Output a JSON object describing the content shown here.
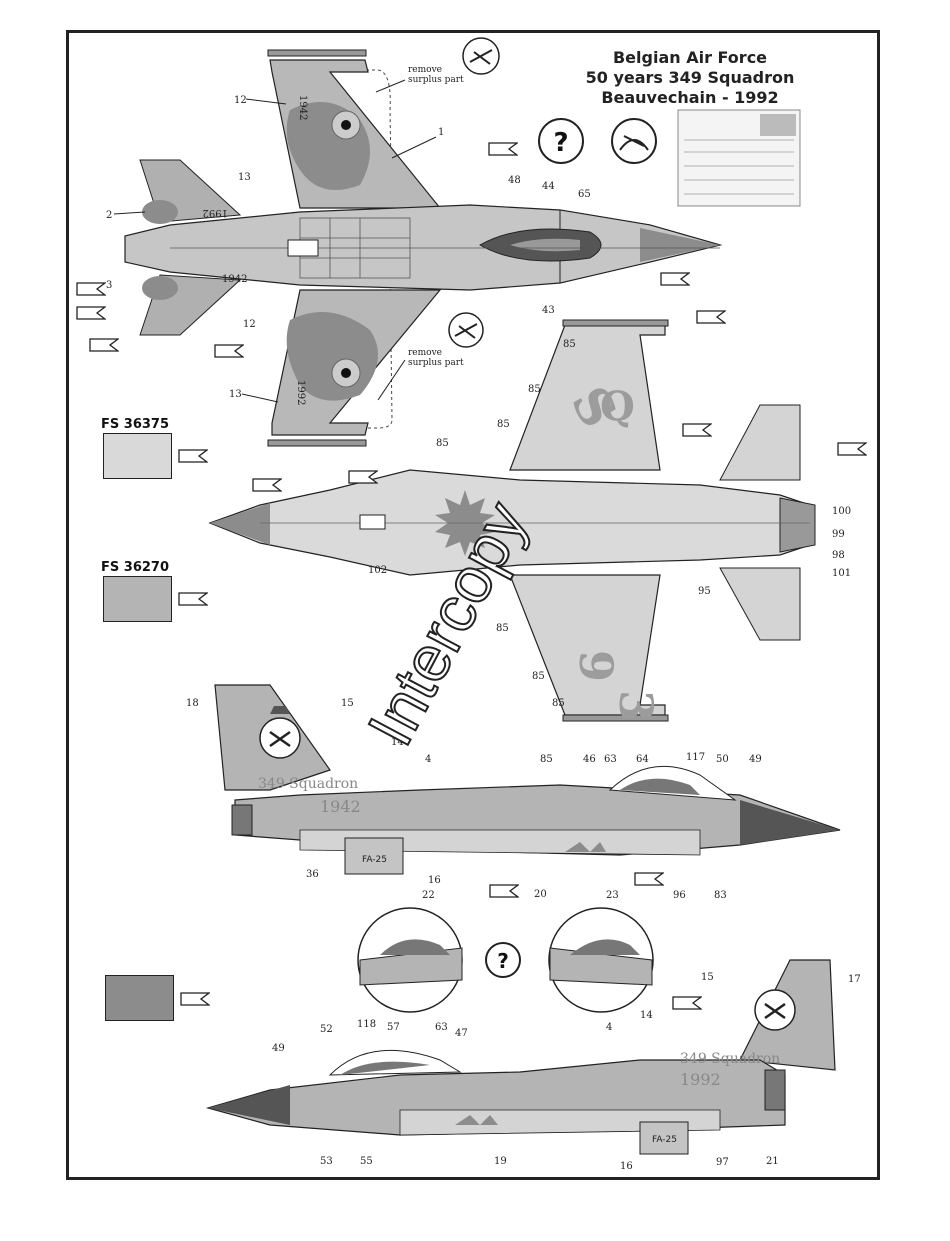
{
  "title": {
    "line1": "Belgian Air Force",
    "line2": "50 years 349 Squadron",
    "line3": "Beauvechain - 1992"
  },
  "swatches": [
    {
      "label": "FS 36375",
      "color": "#d9d9d9"
    },
    {
      "label": "FS 36270",
      "color": "#b4b4b4"
    },
    {
      "label": "",
      "color": "#8c8c8c"
    }
  ],
  "notes": {
    "remove_surplus_top": [
      "remove",
      "surplus part"
    ],
    "remove_surplus_bottom": [
      "remove",
      "surplus part"
    ]
  },
  "markings": {
    "tail_top_1": "1942",
    "tail_top_2": "1992",
    "squadron_text": "349 Squadron",
    "year_band": "1942",
    "year_band_lower": "1992",
    "code_upper": "FA-25",
    "code_lower": "FA-25"
  },
  "watermark": "Intercopy",
  "callouts": {
    "top_view": [
      "12",
      "1",
      "13",
      "2",
      "3",
      "12",
      "13",
      "48",
      "44",
      "65",
      "43"
    ],
    "bottom_view": [
      "85",
      "85",
      "85",
      "85",
      "85",
      "85",
      "85",
      "102",
      "95",
      "100",
      "99",
      "98",
      "101",
      "85"
    ],
    "side_upper": [
      "18",
      "15",
      "14",
      "4",
      "85",
      "46",
      "63",
      "64",
      "117",
      "50",
      "49",
      "36",
      "16",
      "20",
      "96",
      "83"
    ],
    "detail": [
      "22",
      "23"
    ],
    "side_lower": [
      "17",
      "15",
      "14",
      "118",
      "57",
      "63",
      "47",
      "4",
      "52",
      "49",
      "53",
      "55",
      "19",
      "16",
      "97",
      "21"
    ]
  },
  "colors": {
    "light": "#d9d9d9",
    "medium": "#b4b4b4",
    "dark": "#8c8c8c",
    "roundel": "#7a7a7a",
    "outline": "#222222"
  }
}
